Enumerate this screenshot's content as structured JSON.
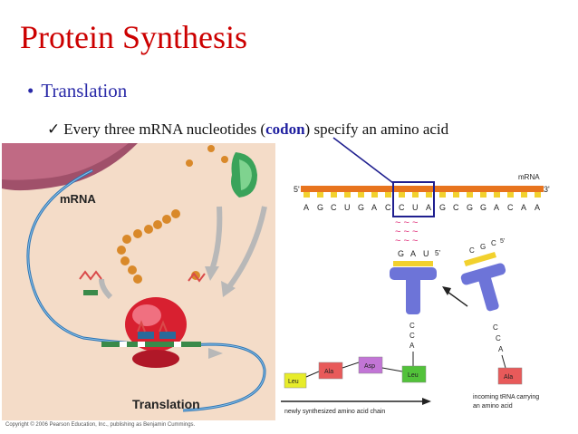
{
  "slide": {
    "title": "Protein Synthesis",
    "bullet": "Translation",
    "subbullet_pre": "Every three mRNA nucleotides (",
    "subbullet_codon": "codon",
    "subbullet_post": ") specify an amino acid"
  },
  "left_figure": {
    "mrna_label": "mRNA",
    "translation_label": "Translation",
    "copyright": "Copyright © 2006 Pearson Education, Inc., publishing as Benjamin Cummings."
  },
  "right_figure": {
    "mrna_label": "mRNA",
    "five_prime": "5'",
    "three_prime": "3'",
    "sequence": [
      "A",
      "G",
      "C",
      "U",
      "G",
      "A",
      "C",
      "C",
      "U",
      "A",
      "G",
      "C",
      "G",
      "G",
      "A",
      "C",
      "A",
      "A"
    ],
    "anticodon": [
      "G",
      "A",
      "U"
    ],
    "anticodon_five_prime": "5'",
    "acceptor": [
      "C",
      "C",
      "A"
    ],
    "incoming_anticodon": [
      "C",
      "G",
      "C"
    ],
    "incoming_five_prime": "5'",
    "incoming_acceptor": [
      "C",
      "C",
      "A"
    ],
    "chain": [
      "Leu",
      "Ala",
      "Asp",
      "Leu"
    ],
    "incoming_amino_acid": "Ala",
    "chain_caption": "newly synthesized amino acid chain",
    "incoming_caption_line1": "incoming tRNA carrying",
    "incoming_caption_line2": "an amino acid"
  },
  "colors": {
    "title": "#cc0000",
    "bullet": "#2a2aa8",
    "codon_box": "#1f1f8f",
    "mrna_backbone": "#e8741e",
    "tick": "#f2d12e",
    "trna": "#6d74d8",
    "leu": "#e7ec2a",
    "ala": "#e85a5a",
    "asp": "#c275d6",
    "leu_end": "#52c23a"
  }
}
